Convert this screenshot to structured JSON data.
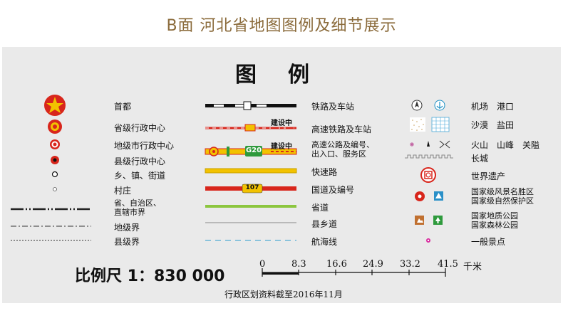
{
  "title": "B面 河北省地图图例及细节展示",
  "legend_heading": "图例",
  "left_items": [
    "首都",
    "省级行政中心",
    "地级市行政中心",
    "县级行政中心",
    "乡、镇、街道",
    "村庄",
    "省、自治区、\n直辖市界",
    "地级界",
    "县级界"
  ],
  "mid_items": [
    "铁路及车站",
    "高速铁路及车站",
    "高速公路及编号、\n出入口、服务区",
    "快速路",
    "国道及编号",
    "省道",
    "县乡道",
    "航海线"
  ],
  "mid_markers": {
    "under_construction": "建设中",
    "highway_code": "G20",
    "national_road_code": "107"
  },
  "right_items": {
    "airport_port": "机场　港口",
    "desert_saltfield": "沙漠　盐田",
    "peaks": "火山　山峰　关隘",
    "great_wall": "长城",
    "world_heritage": "世界遗产",
    "scenic_reserve": "国家级风景名胜区\n国家级自然保护区",
    "geopark_forest": "国家地质公园\n国家森林公园",
    "general_scenic": "一般景点"
  },
  "scale": {
    "label": "比例尺 1：830 000",
    "ticks": [
      "0",
      "8.3",
      "16.6",
      "24.9",
      "33.2",
      "41.5"
    ],
    "unit": "千米"
  },
  "footnote": "行政区划资料截至2016年11月",
  "colors": {
    "title": "#8a6a3a",
    "panel": "#eaeaea",
    "red": "#d8261c",
    "yellow": "#f2c200",
    "green": "#2e9a3c",
    "lightblue": "#6ab6d8"
  }
}
